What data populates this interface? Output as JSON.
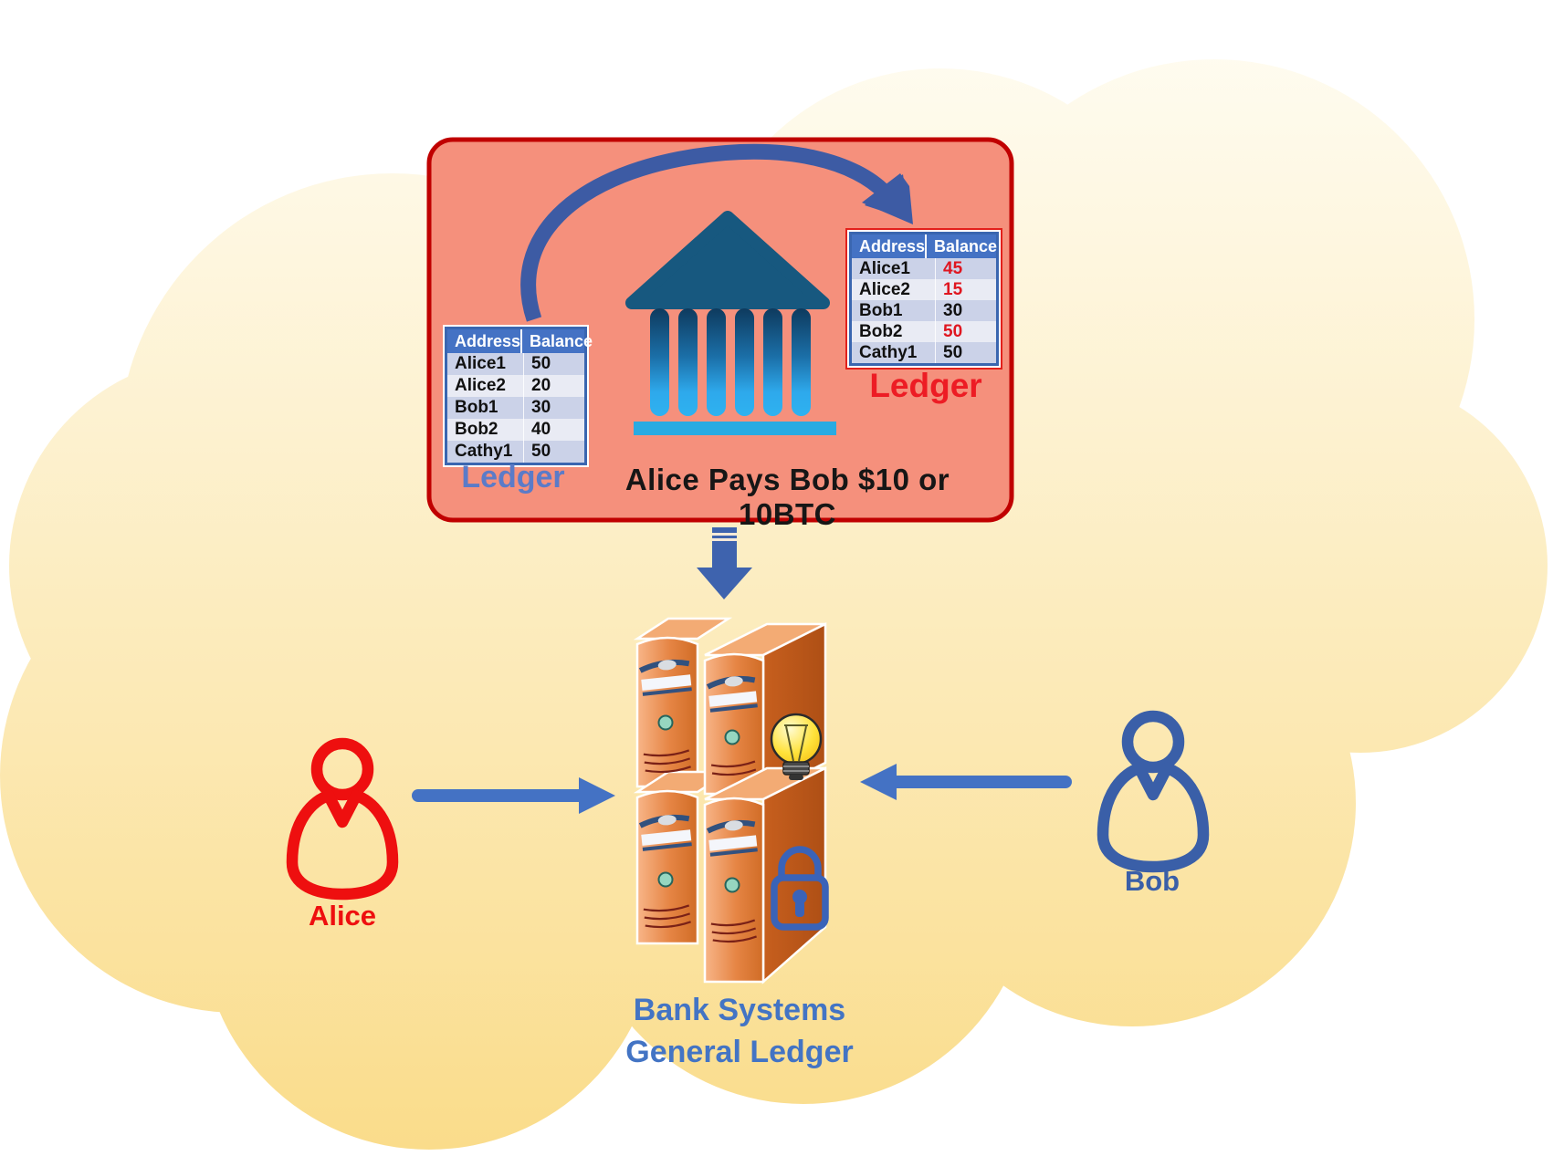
{
  "transaction_box": {
    "caption": "Alice Pays Bob $10 or 10BTC",
    "left_table": {
      "label": "Ledger",
      "headers": [
        "Address",
        "Balance"
      ],
      "rows": [
        {
          "address": "Alice1",
          "balance": "50"
        },
        {
          "address": "Alice2",
          "balance": "20"
        },
        {
          "address": "Bob1",
          "balance": "30"
        },
        {
          "address": "Bob2",
          "balance": "40"
        },
        {
          "address": "Cathy1",
          "balance": "50"
        }
      ]
    },
    "right_table": {
      "label": "Ledger",
      "headers": [
        "Address",
        "Balance"
      ],
      "rows": [
        {
          "address": "Alice1",
          "balance": "45",
          "changed": true
        },
        {
          "address": "Alice2",
          "balance": "15",
          "changed": true
        },
        {
          "address": "Bob1",
          "balance": "30",
          "changed": false
        },
        {
          "address": "Bob2",
          "balance": "50",
          "changed": true
        },
        {
          "address": "Cathy1",
          "balance": "50",
          "changed": false
        }
      ]
    }
  },
  "actors": {
    "alice": {
      "label": "Alice"
    },
    "bob": {
      "label": "Bob"
    }
  },
  "datacenter": {
    "label_line1": "Bank Systems",
    "label_line2": "General Ledger"
  },
  "icons": {
    "bank": "bank-building-icon",
    "lightbulb": "lightbulb-icon",
    "lock": "padlock-icon",
    "alice": "person-icon-red",
    "bob": "person-icon-blue",
    "servers": "server-stack-icon"
  },
  "colors": {
    "cloud_top": "#FFFBEC",
    "cloud_bottom": "#FADC8A",
    "box_fill": "#F5907C",
    "box_border": "#C00000",
    "table_header": "#4472C4",
    "table_row_odd": "#CBD2E8",
    "table_row_even": "#E9EBF4",
    "changed_value_red": "#DF1620",
    "ledger_label_blue": "#5B7BC8",
    "ledger_label_red": "#ED1C24",
    "arrow_dark_blue": "#3D5BA4",
    "arrow_blue": "#4472C4",
    "bank_dark_blue": "#17587F",
    "bank_light_blue": "#29ABE2",
    "alice_red": "#EE0F0F",
    "bob_blue": "#3A5FA8",
    "server_orange": "#E58443",
    "dc_text_blue": "#4374C4"
  }
}
